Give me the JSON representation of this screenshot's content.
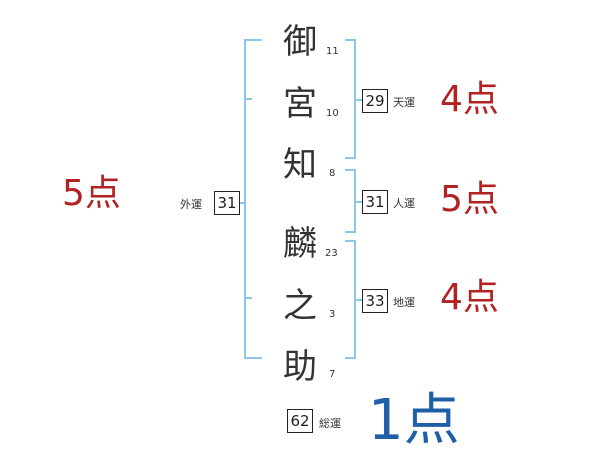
{
  "name_characters": [
    {
      "char": "御",
      "strokes": "11"
    },
    {
      "char": "宮",
      "strokes": "10"
    },
    {
      "char": "知",
      "strokes": "8"
    },
    {
      "char": "麟",
      "strokes": "23"
    },
    {
      "char": "之",
      "strokes": "3"
    },
    {
      "char": "助",
      "strokes": "7"
    }
  ],
  "fortunes": {
    "ten": {
      "value": "29",
      "label": "天運",
      "score": "4点"
    },
    "jin": {
      "value": "31",
      "label": "人運",
      "score": "5点"
    },
    "chi": {
      "value": "33",
      "label": "地運",
      "score": "4点"
    },
    "gai": {
      "value": "31",
      "label": "外運",
      "score": "5点"
    },
    "sou": {
      "value": "62",
      "label": "総運",
      "score": "1点"
    }
  },
  "colors": {
    "bracket": "#8ec6e8",
    "score_red": "#b22222",
    "score_blue": "#1f5fa8"
  }
}
